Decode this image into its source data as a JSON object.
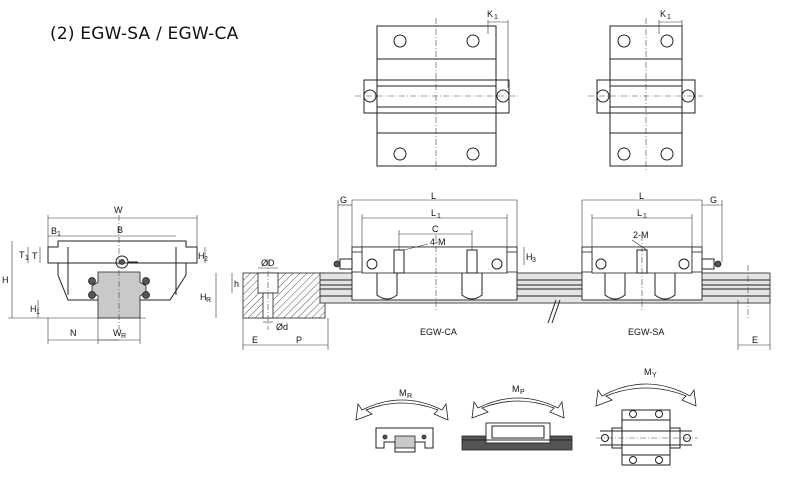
{
  "title": "(2) EGW-SA / EGW-CA",
  "labels": {
    "k1_left": "K",
    "k1_right": "K",
    "sub1": "1",
    "W": "W",
    "B": "B",
    "B1": "B",
    "T": "T",
    "T1": "T",
    "H": "H",
    "H1": "H",
    "H2": "H",
    "H3": "H",
    "HR": "H",
    "sub2": "2",
    "sub3": "3",
    "subR": "R",
    "N": "N",
    "WR": "W",
    "D": "ØD",
    "d": "Ød",
    "h": "h",
    "E_left": "E",
    "E_right": "E",
    "P": "P",
    "G_left": "G",
    "G_right": "G",
    "L_left": "L",
    "L_right": "L",
    "L1_left": "L",
    "L1_right": "L",
    "C": "C",
    "4M": "4-M",
    "2M": "2-M",
    "egw_ca": "EGW-CA",
    "egw_sa": "EGW-SA",
    "MR": "M",
    "MP": "M",
    "MY": "M",
    "subP": "P",
    "subY": "Y"
  }
}
